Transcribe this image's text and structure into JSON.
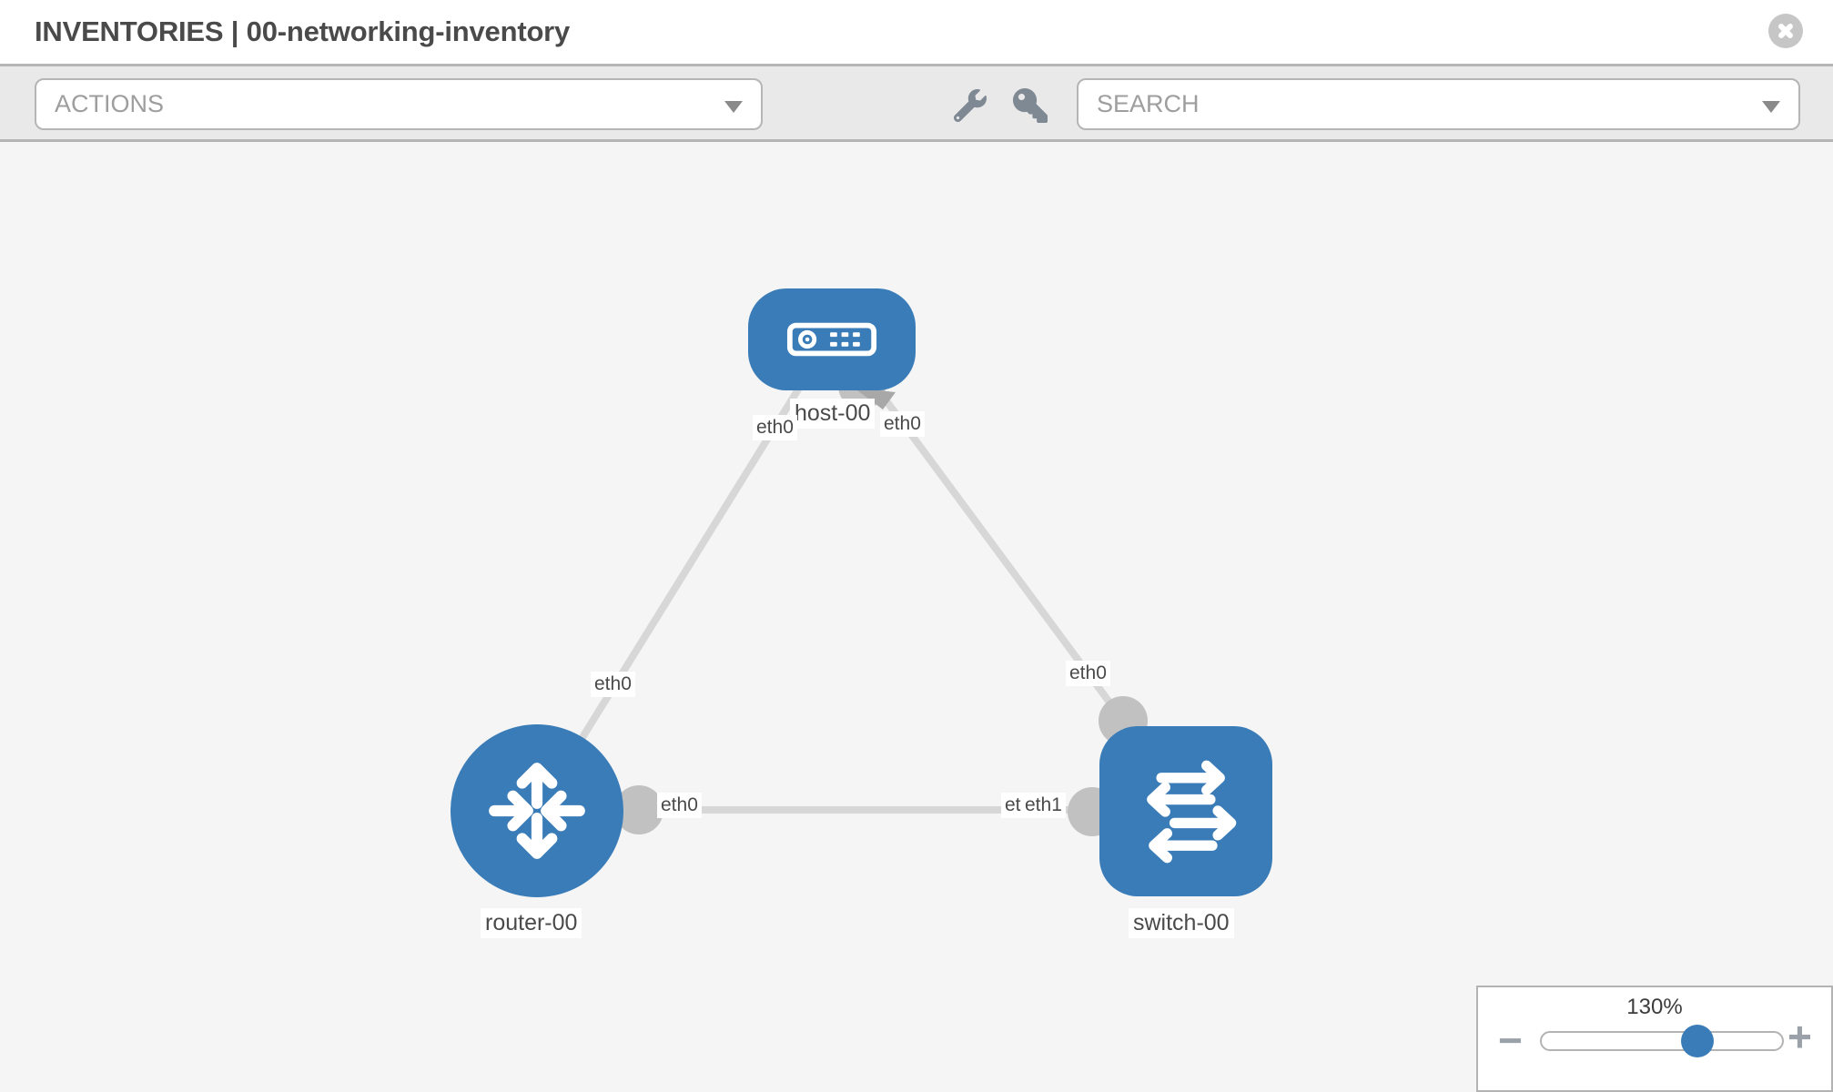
{
  "header": {
    "title": "INVENTORIES | 00-networking-inventory"
  },
  "toolbar": {
    "actions_label": "ACTIONS",
    "search_label": "SEARCH",
    "icon_buttons": [
      "wrench-icon",
      "key-icon"
    ]
  },
  "topology": {
    "nodes": [
      {
        "label": "host-00",
        "type": "host"
      },
      {
        "label": "router-00",
        "type": "router"
      },
      {
        "label": "switch-00",
        "type": "switch"
      }
    ],
    "links": [
      {
        "from": "host-00",
        "from_interface": "eth0",
        "to": "router-00",
        "to_interface": "eth0"
      },
      {
        "from": "host-00",
        "from_interface": "eth0",
        "to": "switch-00",
        "to_interface": "eth0"
      },
      {
        "from": "router-00",
        "from_interface": "eth0",
        "to": "switch-00",
        "to_interface": "eth1",
        "to_interface_overlapped": "eth0"
      }
    ]
  },
  "zoom_control": {
    "level": "130%",
    "minus_label": "−",
    "plus_label": "+"
  },
  "colors": {
    "node_blue": "#3a7cb8",
    "port_gray": "#c1c1c1",
    "link_gray": "#d7d7d7",
    "canvas_bg": "#f5f5f5",
    "toolbar_bg": "#e9e9e9",
    "label_text": "#4a4a4a"
  }
}
